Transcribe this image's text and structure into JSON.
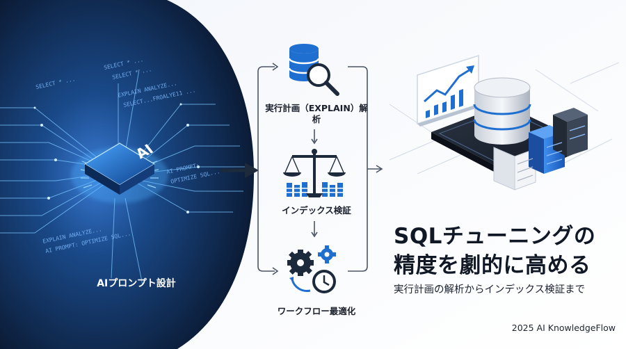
{
  "left_panel": {
    "caption": "AIプロンプト設計",
    "chip_label": "AI",
    "code_snippets": [
      "SELECT * ...",
      "SELECT * ...",
      "SELECT * ...",
      "EXPLAIN ANALYZE...",
      "SELECT...FROALYE11 ...",
      "AI PROMPT:",
      "OPTIMIZE SQL...",
      "EXPLAIN ANALYZE...",
      "AI PROMPT: OPTIMIZE SQL..."
    ]
  },
  "workflow": {
    "steps": [
      {
        "label": "実行計画（EXPLAIN）解析",
        "icon": "database-magnifier-icon"
      },
      {
        "label": "インデックス検証",
        "icon": "balance-scale-icon"
      },
      {
        "label": "ワークフロー最適化",
        "icon": "gears-clock-icon"
      }
    ]
  },
  "title": {
    "line1": "SQLチューニングの",
    "line2": "精度を劇的に高める"
  },
  "subtitle": "実行計画の解析からインデックス検証まで",
  "credit": "2025 AI KnowledgeFlow",
  "colors": {
    "left_bg_dark": "#0b1a33",
    "left_bg_mid": "#1b4a86",
    "glow": "#8fd4ff",
    "accent_blue": "#1f6fd1",
    "icon_dark": "#1d2a3c",
    "text_dark": "#101826"
  }
}
